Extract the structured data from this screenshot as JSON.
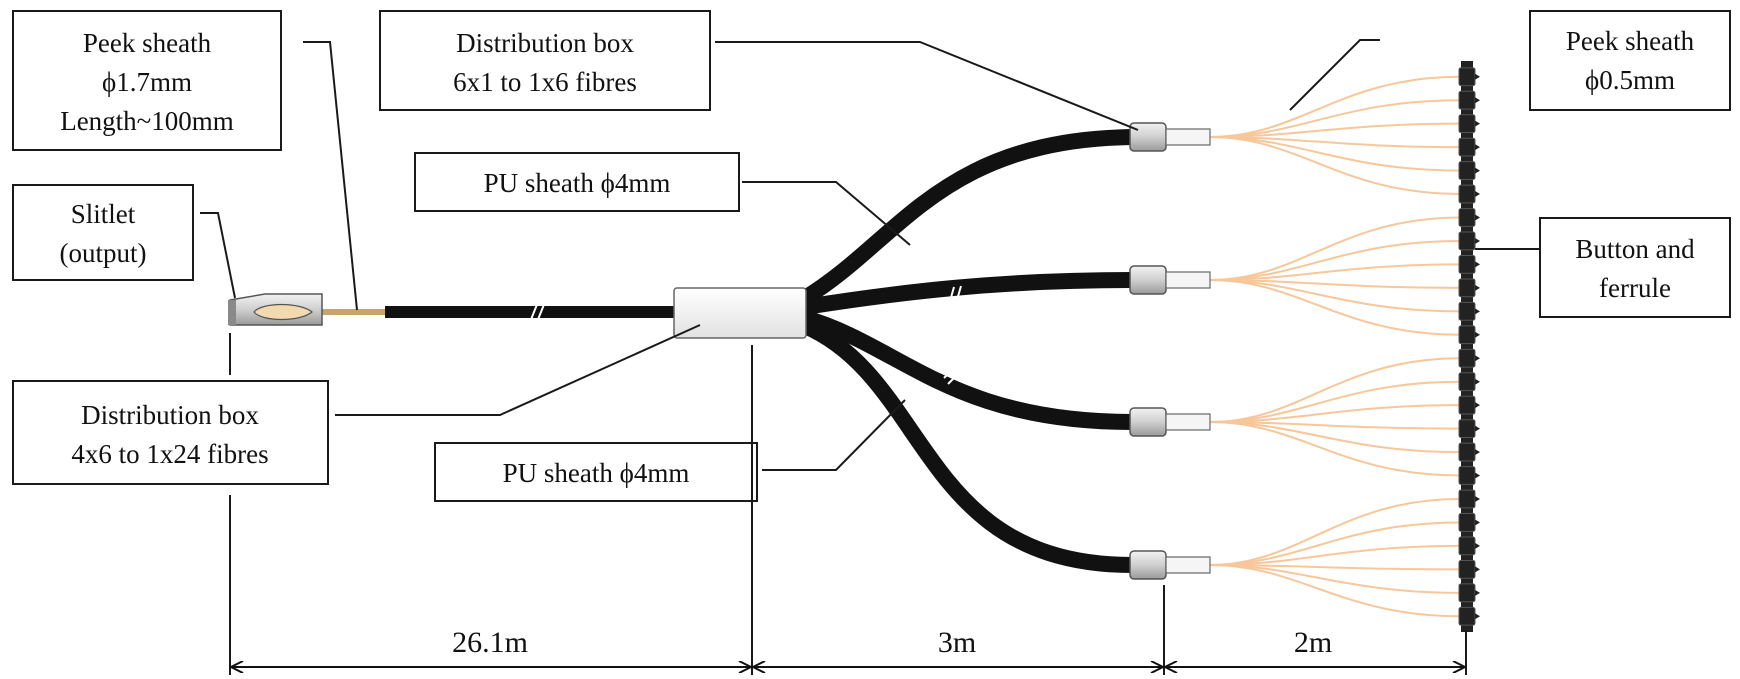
{
  "labels": {
    "peek_sheath_17": [
      "Peek sheath",
      "ϕ1.7mm",
      "Length~100mm"
    ],
    "slitlet": [
      "Slitlet",
      "(output)"
    ],
    "dist_box_6x1": [
      "Distribution box",
      "6x1 to 1x6 fibres"
    ],
    "pu_sheath_top": [
      "PU sheath ϕ4mm"
    ],
    "dist_box_4x6": [
      "Distribution box",
      "4x6 to 1x24 fibres"
    ],
    "pu_sheath_bottom": [
      "PU sheath ϕ4mm"
    ],
    "peek_sheath_05": [
      "Peek sheath",
      "ϕ0.5mm"
    ],
    "button_ferrule": [
      "Button and",
      "ferrule"
    ]
  },
  "dimensions": {
    "seg1": "26.1m",
    "seg2": "3m",
    "seg3": "2m"
  },
  "colors": {
    "cable": "#111111",
    "fibre": "#f7c79a",
    "box_fill": "#f4f4f4",
    "ferrule": "#222222",
    "outline": "#1a1a1a"
  },
  "counts": {
    "branches": 4,
    "fibres_per_branch": 6,
    "ferrules": 24
  }
}
